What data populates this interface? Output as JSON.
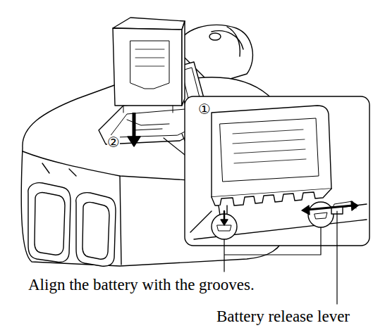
{
  "diagram": {
    "labels": [
      "①",
      "②",
      "Align the battery with the grooves.",
      "Battery release lever"
    ]
  }
}
